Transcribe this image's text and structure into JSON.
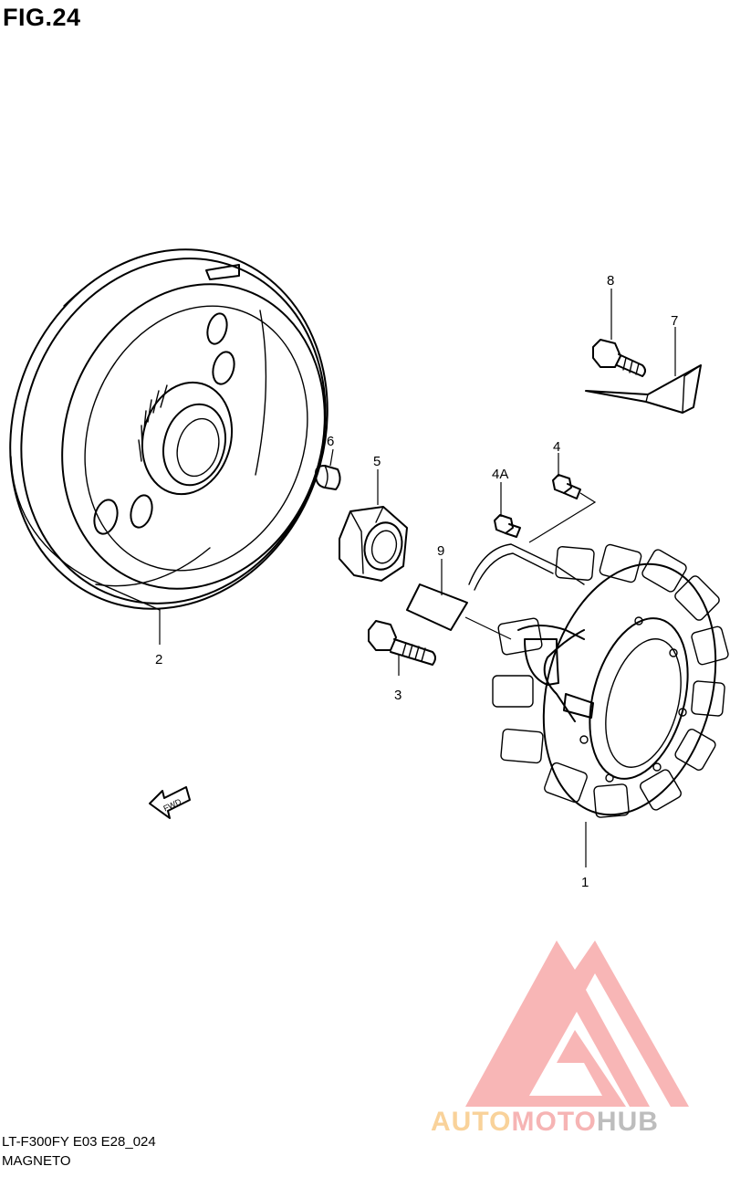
{
  "figure": {
    "title": "FIG.24",
    "model_code": "LT-F300FY E03 E28_024",
    "name": "MAGNETO"
  },
  "callouts": [
    {
      "id": "c1",
      "label": "1"
    },
    {
      "id": "c2",
      "label": "2"
    },
    {
      "id": "c3",
      "label": "3"
    },
    {
      "id": "c4",
      "label": "4"
    },
    {
      "id": "c4a",
      "label": "4A"
    },
    {
      "id": "c5",
      "label": "5"
    },
    {
      "id": "c6",
      "label": "6"
    },
    {
      "id": "c7",
      "label": "7"
    },
    {
      "id": "c8",
      "label": "8"
    },
    {
      "id": "c9",
      "label": "9"
    }
  ],
  "direction_arrow": {
    "label": "FWD"
  },
  "watermark": {
    "part1": "AUTO",
    "part2": "MOTO",
    "part3": "HUB",
    "colors": {
      "auto": "#f9d29a",
      "moto": "#f6b4b4",
      "hub": "#bdbdbd",
      "logo": "#f7a9a9"
    }
  }
}
